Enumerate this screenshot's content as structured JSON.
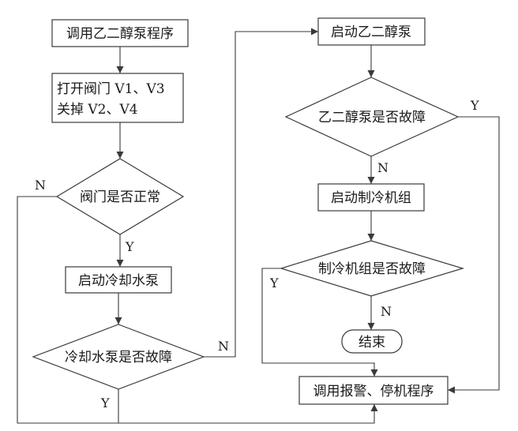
{
  "nodes": {
    "call_glycol_program": "调用乙二醇泵程序",
    "open_valves_line1": "打开阀门 V1、V3",
    "open_valves_line2": "关掉 V2、V4",
    "valve_normal_check": "阀门是否正常",
    "start_cooling_pump": "启动冷却水泵",
    "cooling_pump_fault_check": "冷却水泵是否故障",
    "start_glycol_pump": "启动乙二醇泵",
    "glycol_pump_fault_check": "乙二醇泵是否故障",
    "start_chiller": "启动制冷机组",
    "chiller_fault_check": "制冷机组是否故障",
    "end": "结束",
    "alarm_stop_program": "调用报警、停机程序"
  },
  "edge_labels": {
    "valve_no": "N",
    "valve_yes": "Y",
    "cooling_pump_no": "N",
    "cooling_pump_yes": "Y",
    "glycol_pump_yes": "Y",
    "glycol_pump_no": "N",
    "chiller_yes": "Y",
    "chiller_no": "N"
  }
}
